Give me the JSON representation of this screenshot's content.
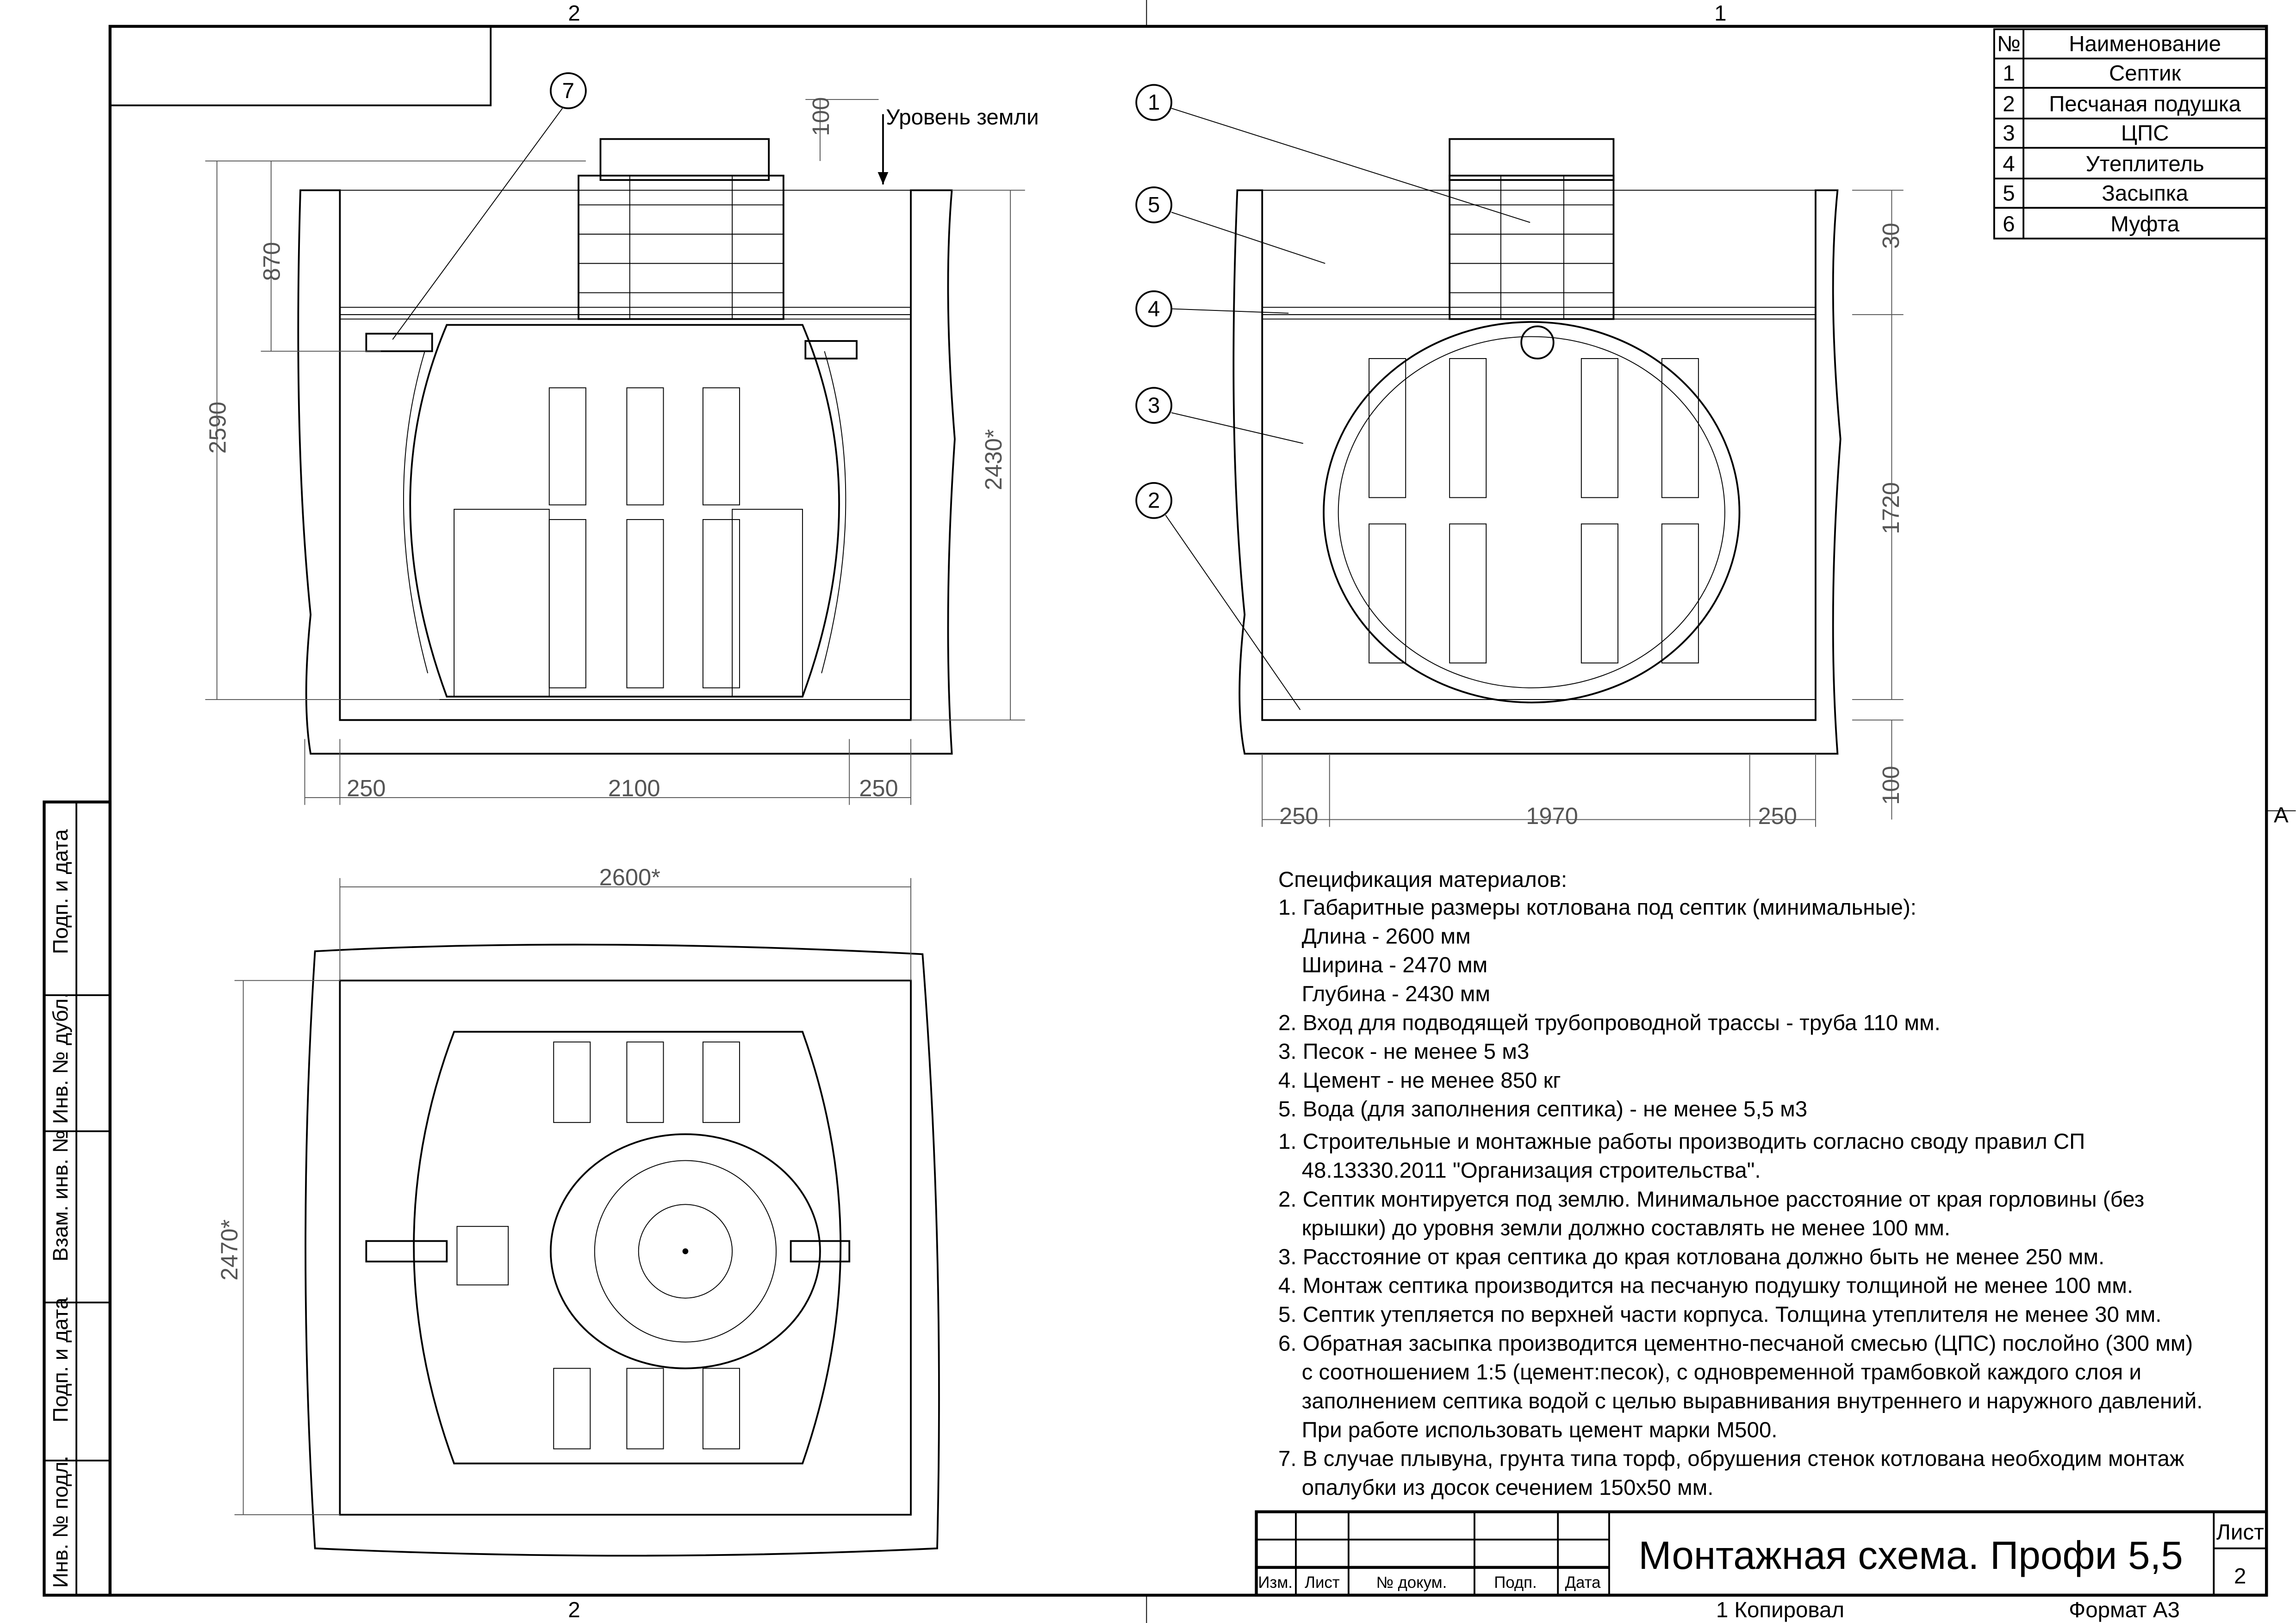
{
  "frame": {
    "zone_top_left": "2",
    "zone_top_right": "1",
    "zone_bottom_left": "2",
    "zone_right": "A",
    "copied_by": "1  Копировал",
    "format": "Формат А3"
  },
  "side_stamp": [
    "Подп. и дата",
    "Инв. № дубл.",
    "Взам. инв. №",
    "Подп. и дата",
    "Инв. № подл."
  ],
  "parts_table": {
    "headers": [
      "№",
      "Наименование"
    ],
    "rows": [
      [
        "1",
        "Септик"
      ],
      [
        "2",
        "Песчаная подушка"
      ],
      [
        "3",
        "ЦПС"
      ],
      [
        "4",
        "Утеплитель"
      ],
      [
        "5",
        "Засыпка"
      ],
      [
        "6",
        "Муфта"
      ]
    ]
  },
  "front_view": {
    "ground_level_label": "Уровень земли",
    "callout": "7",
    "dims": {
      "neck": "100",
      "top": "870",
      "total": "2590",
      "pit_depth": "2430*",
      "left": "250",
      "width": "2100",
      "right": "250"
    }
  },
  "side_view": {
    "callouts": [
      "1",
      "5",
      "4",
      "3",
      "2"
    ],
    "dims": {
      "insulation": "30",
      "height": "1720",
      "pad": "100",
      "left": "250",
      "width": "1970",
      "right": "250"
    }
  },
  "plan_view": {
    "dims": {
      "length": "2600*",
      "width": "2470*"
    }
  },
  "spec": {
    "title": "Спецификация материалов:",
    "lines": [
      "1. Габаритные размеры котлована под септик (минимальные):",
      "    Длина - 2600 мм",
      "    Ширина - 2470 мм",
      "    Глубина - 2430 мм",
      "2. Вход для подводящей трубопроводной трассы - труба 110 мм.",
      "3. Песок - не менее 5 м3",
      "4. Цемент - не менее 850 кг",
      "5. Вода (для заполнения септика) - не менее 5,5 м3"
    ],
    "notes": [
      "1. Строительные и монтажные работы производить согласно своду правил СП",
      "    48.13330.2011 \"Организация строительства\".",
      "2. Септик монтируется под землю. Минимальное расстояние от края горловины (без",
      "    крышки) до уровня земли должно составлять не менее 100 мм.",
      "3. Расстояние от края септика до края котлована должно быть не менее 250 мм.",
      "4. Монтаж септика производится на песчаную подушку толщиной не менее 100 мм.",
      "5. Септик утепляется по верхней части корпуса. Толщина утеплителя не менее 30 мм.",
      "6. Обратная засыпка производится цементно-песчаной смесью (ЦПС) послойно (300 мм)",
      "    с соотношением 1:5 (цемент:песок), с одновременной трамбовкой каждого слоя и",
      "    заполнением септика водой с целью выравнивания внутреннего и наружного давлений.",
      "    При работе использовать цемент марки М500.",
      "7. В случае плывуна, грунта типа торф, обрушения стенок котлована необходим монтаж",
      "    опалубки из досок сечением 150х50 мм."
    ]
  },
  "title_block": {
    "title": "Монтажная схема. Профи 5,5",
    "sheet_label": "Лист",
    "sheet_number": "2",
    "columns": [
      "Изм.",
      "Лист",
      "№ докум.",
      "Подп.",
      "Дата"
    ]
  }
}
